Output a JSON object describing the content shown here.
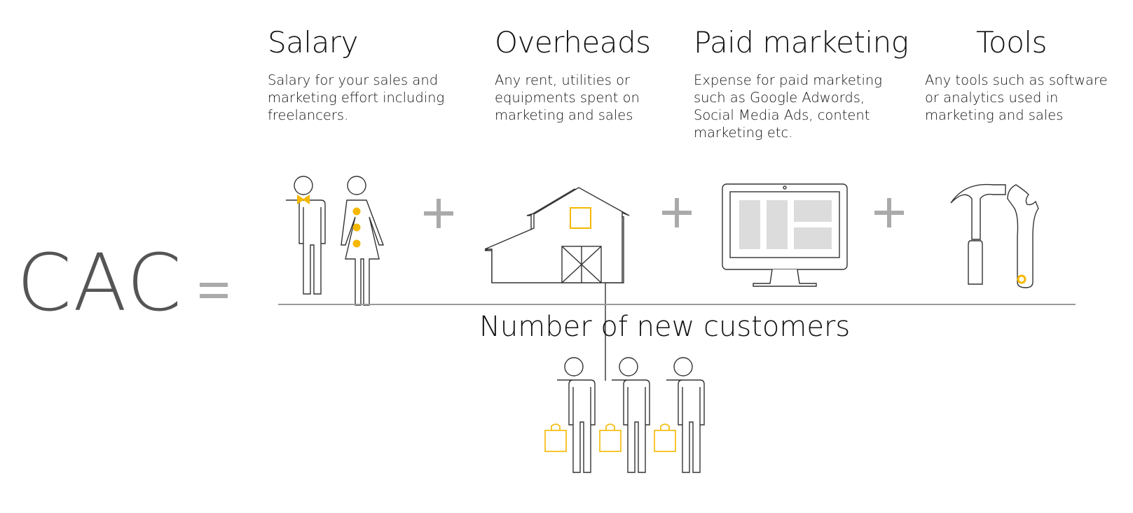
{
  "formula": {
    "lhs": "CAC",
    "equals_icon": "equals-sign",
    "plus_icon": "plus-sign",
    "denominator": "Number of new customers"
  },
  "cost_items": [
    {
      "title": "Salary",
      "description": "Salary for your sales and\nmarketing effort including\nfreelancers.",
      "icon": "people-icon"
    },
    {
      "title": "Overheads",
      "description": "Any rent, utilities or\nequipments spent on\nmarketing and sales",
      "icon": "barn-icon"
    },
    {
      "title": "Paid marketing",
      "description": "Expense for paid marketing\nsuch as Google Adwords,\nSocial Media Ads, content\nmarketing etc.",
      "icon": "monitor-icon"
    },
    {
      "title": "Tools",
      "description": "Any tools such as software\nor analytics used in\nmarketing and sales",
      "icon": "tools-icon"
    }
  ],
  "colors": {
    "accent": "#f5b800",
    "operator": "#aaaaaa",
    "cac_text": "#555555"
  }
}
